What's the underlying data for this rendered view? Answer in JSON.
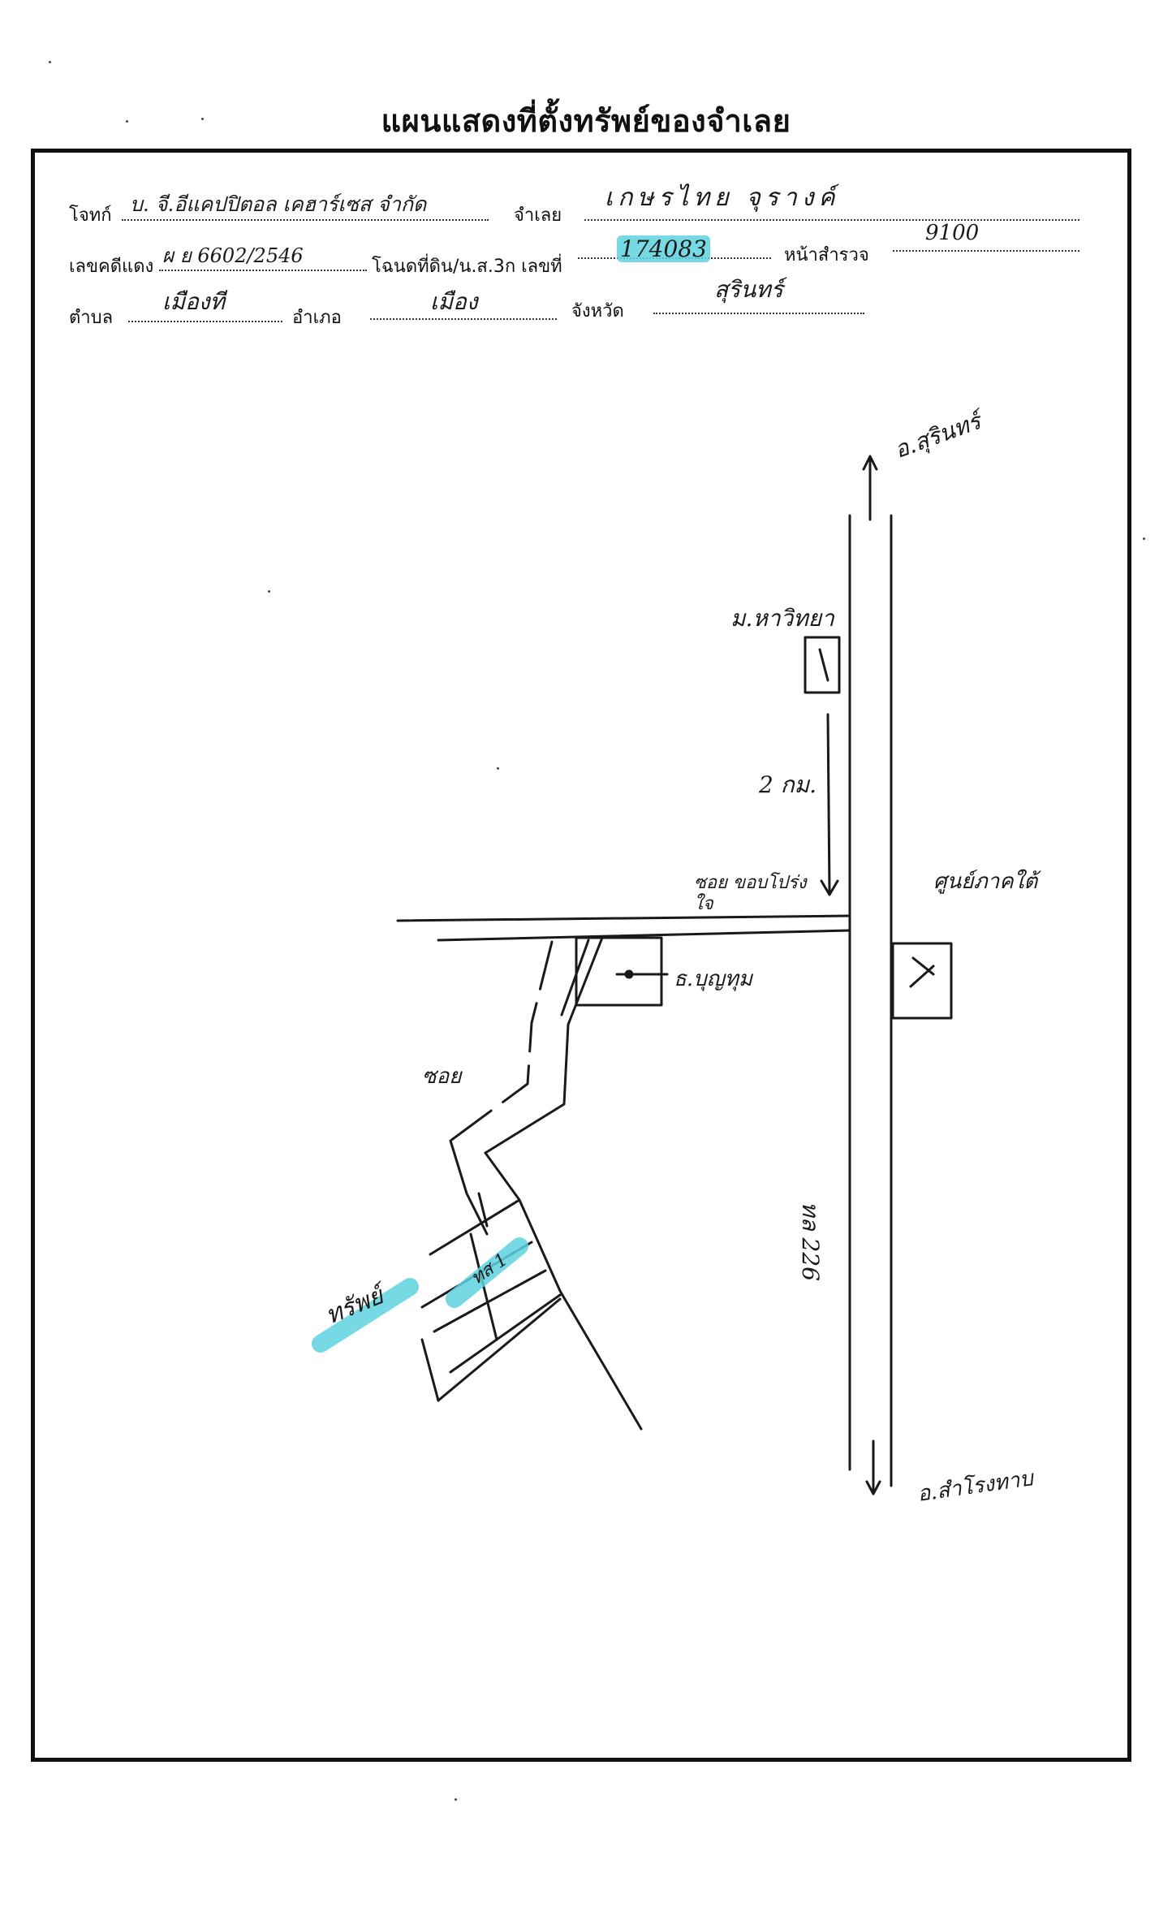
{
  "header": {
    "title": "แผนแสดงที่ตั้งทรัพย์ของจำเลย"
  },
  "form": {
    "plaintiff_label": "โจทก์",
    "plaintiff_value": "บ. จี.อีแคปปิตอล เคฮาร์เซส จำกัด",
    "defendant_label": "จำเลย",
    "defendant_value": "เกษรไทย จุรางค์",
    "case_no_label": "เลขคดีแดง",
    "case_no_value": "ผ ย 6602/2546",
    "deed_label": "โฉนดที่ดิน/น.ส.3ก เลขที่",
    "deed_value": "174083",
    "survey_label": "หน้าสำรวจ",
    "survey_value": "9100",
    "subdistrict_label": "ตำบล",
    "subdistrict_value": "เมืองที",
    "district_label": "อำเภอ",
    "district_value": "เมือง",
    "province_label": "จังหวัด",
    "province_value": "สุรินทร์"
  },
  "map": {
    "to_surin": "อ.สุรินทร์",
    "mahawitthaya": "ม.หาวิทยา",
    "distance": "2 กม.",
    "soi_junction": "ซอย ขอบโปร่งใจ",
    "sisaket_label": "ศูนย์ภาคใต้",
    "krungthai": "ธ.บุญทุม",
    "soi_label": "ซอย",
    "road_no": "ทล 226",
    "asset_label": "ทรัพย์",
    "asset_plot": "ทส 1",
    "to_other": "อ.สำโรงทาบ"
  },
  "colors": {
    "highlight": "#5ed2de",
    "ink": "#111111"
  }
}
